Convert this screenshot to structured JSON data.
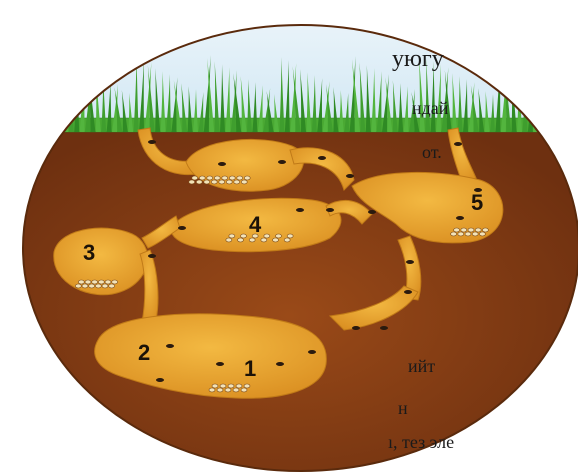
{
  "page_text": {
    "line1": "уюгу",
    "line2": "ндай",
    "line3": "от.",
    "line4": "ийт",
    "line5": "н",
    "line6": "ı, тез эле"
  },
  "diagram": {
    "chamber_labels": [
      "1",
      "2",
      "3",
      "4",
      "5"
    ]
  },
  "colors": {
    "soil": "#8a3f14",
    "tunnel": "#e9a531",
    "grass": "#3f9e2e",
    "sky": "#d9ecf7"
  }
}
